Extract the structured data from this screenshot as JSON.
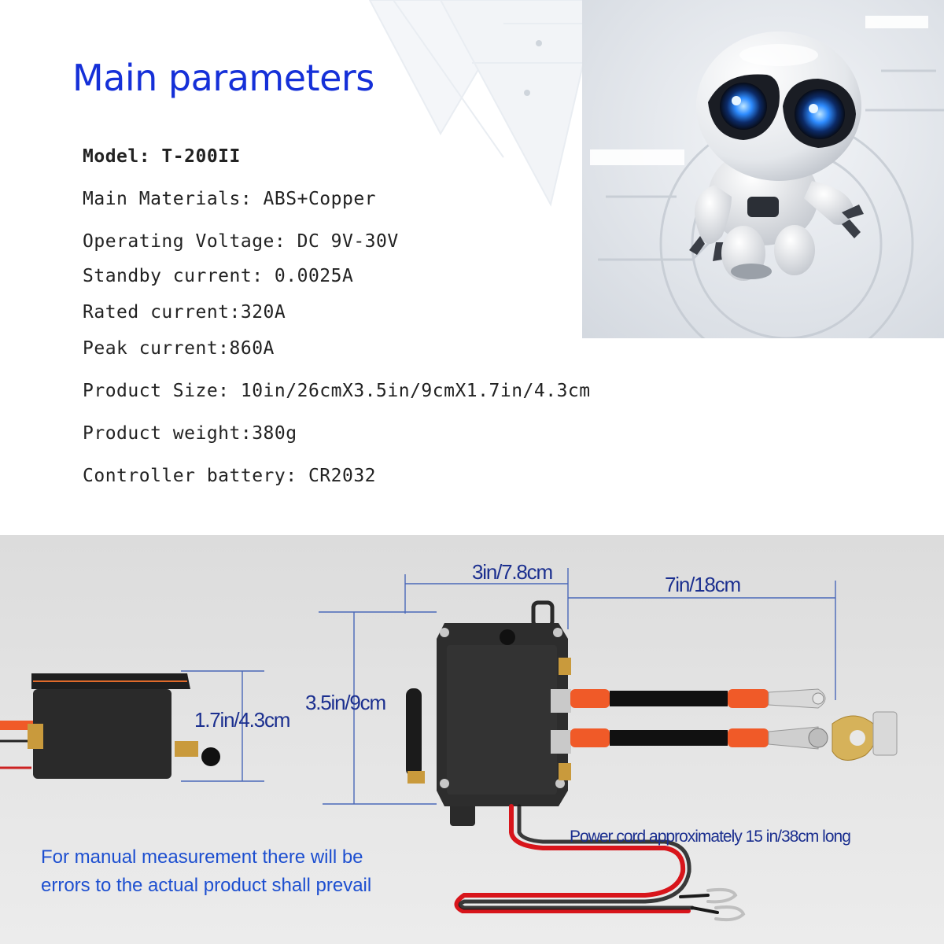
{
  "header": {
    "title": "Main parameters"
  },
  "parameters": [
    "Model: T-200II",
    "Main Materials: ABS+Copper",
    "Operating Voltage: DC 9V-30V",
    "Standby current: 0.0025A",
    "Rated current:320A",
    "Peak current:860A",
    "Product Size: 10in/26cmX3.5in/9cmX1.7in/4.3cm",
    "Product weight:380g",
    "Controller battery: CR2032"
  ],
  "dimensions": {
    "width": "3in/7.8cm",
    "cable_length": "7in/18cm",
    "height": "3.5in/9cm",
    "thickness": "1.7in/4.3cm"
  },
  "cord_note": "Power cord approximately 15 in/38cm long",
  "disclaimer": {
    "line1": "For manual measurement there will be",
    "line2": "errors to the actual product shall prevail"
  },
  "colors": {
    "title_blue": "#1530d8",
    "dimension_blue": "#1b2f8f",
    "disclaimer_blue": "#1d4fd0",
    "cable_orange": "#f05a28",
    "housing_black": "#2a2a2a"
  }
}
